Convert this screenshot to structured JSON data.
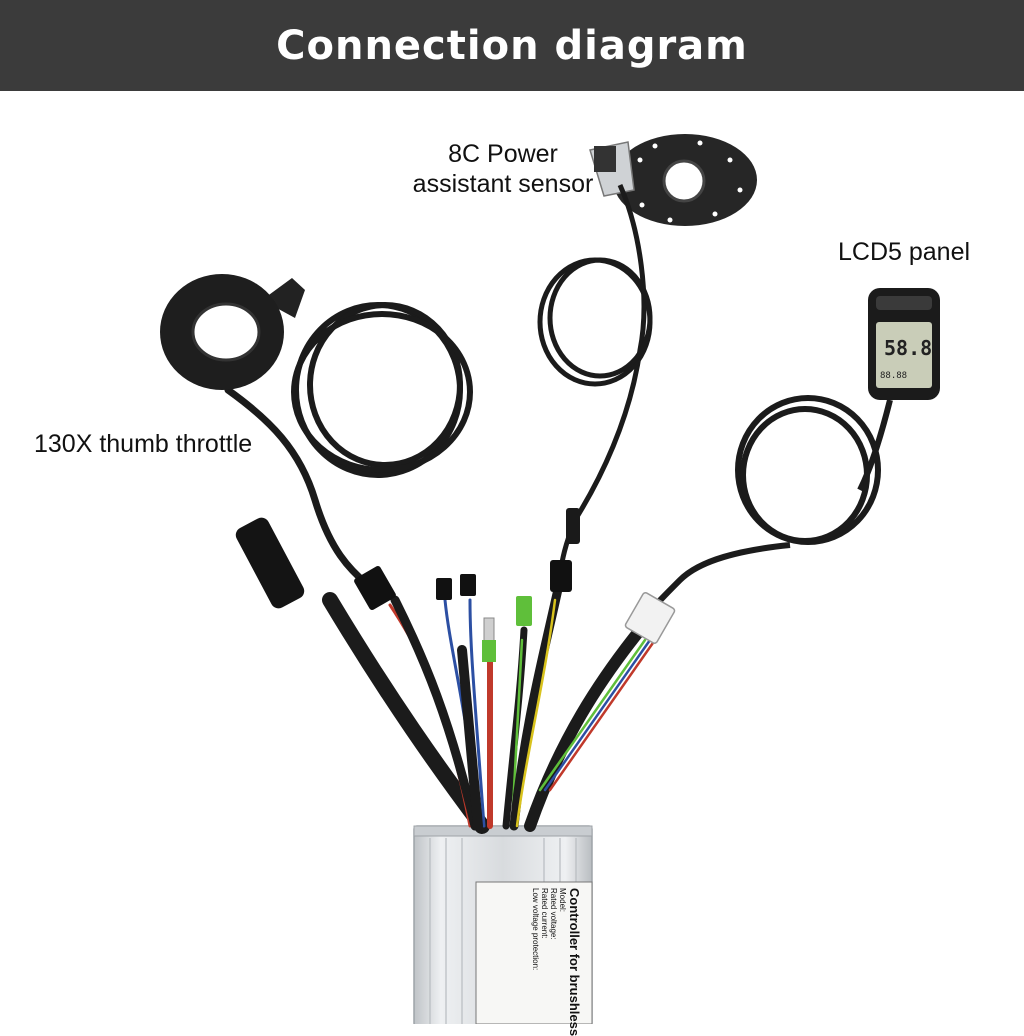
{
  "header": {
    "title": "Connection diagram"
  },
  "labels": {
    "throttle": "130X thumb throttle",
    "sensor_line1": "8C Power",
    "sensor_line2": "assistant sensor",
    "lcd": "LCD5 panel"
  },
  "lcd_screen": {
    "main_digits": "58.8",
    "small_digits": "88.88"
  },
  "controller": {
    "title": "Controller for brushless",
    "spec_lines": [
      "Model:",
      "Rated voltage:",
      "Rated current:",
      "Low voltage protection:"
    ]
  },
  "colors": {
    "header_bg": "#3b3b3b",
    "cable": "#1b1b1b",
    "controller_body": "#d9dcdf",
    "connector_green": "#5fbf3a",
    "wire_red": "#c0392b",
    "wire_blue": "#2c4fa3",
    "wire_yellow": "#d8c21d"
  }
}
